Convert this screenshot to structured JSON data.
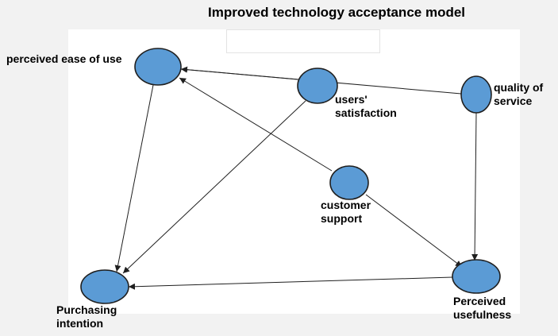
{
  "title": "Improved technology acceptance model",
  "colors": {
    "node_fill": "#5b9bd5",
    "node_stroke": "#1f1f1f",
    "edge": "#1f1f1f"
  },
  "nodes": [
    {
      "id": "peou",
      "label": "perceived ease of use"
    },
    {
      "id": "us",
      "label": "users'\nsatisfaction"
    },
    {
      "id": "qos",
      "label": "quality of\nservice"
    },
    {
      "id": "cs",
      "label": "customer\nsupport"
    },
    {
      "id": "pi",
      "label": "Purchasing\nintention"
    },
    {
      "id": "pu",
      "label": "Perceived\nusefulness"
    }
  ],
  "edges": [
    {
      "from": "us",
      "to": "peou"
    },
    {
      "from": "qos",
      "to": "peou"
    },
    {
      "from": "cs",
      "to": "peou"
    },
    {
      "from": "peou",
      "to": "pi"
    },
    {
      "from": "us",
      "to": "pi"
    },
    {
      "from": "qos",
      "to": "pu"
    },
    {
      "from": "cs",
      "to": "pu"
    },
    {
      "from": "pu",
      "to": "pi"
    }
  ]
}
